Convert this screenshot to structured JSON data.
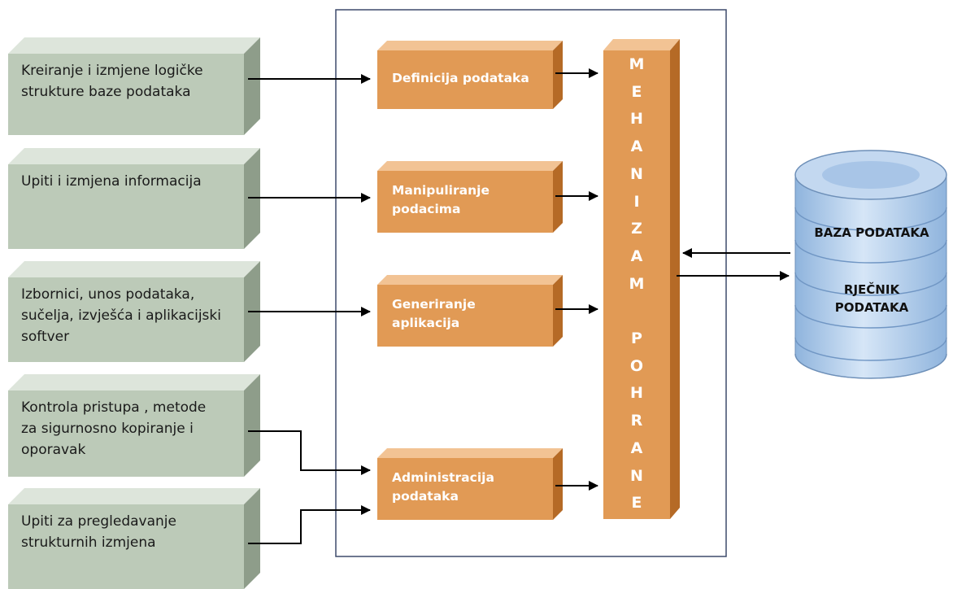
{
  "inputs": [
    {
      "lines": [
        "Kreiranje i izmjene logičke",
        "strukture baze podataka"
      ]
    },
    {
      "lines": [
        "Upiti i izmjena informacija"
      ]
    },
    {
      "lines": [
        "Izbornici, unos podataka,",
        "sučelja, izvješća i aplikacijski",
        "softver"
      ]
    },
    {
      "lines": [
        "Kontrola pristupa , metode",
        "za sigurnosno kopiranje i",
        "oporavak"
      ]
    },
    {
      "lines": [
        "Upiti za pregledavanje",
        "strukturnih izmjena"
      ]
    }
  ],
  "functions": [
    {
      "lines": [
        "Definicija podataka"
      ]
    },
    {
      "lines": [
        "Manipuliranje",
        "podacima"
      ]
    },
    {
      "lines": [
        "Generiranje",
        "aplikacija"
      ]
    },
    {
      "lines": [
        "Administracija",
        "podataka"
      ]
    }
  ],
  "mechanism": {
    "letters": [
      "M",
      "E",
      "H",
      "A",
      "N",
      "I",
      "Z",
      "A",
      "M",
      "",
      "P",
      "O",
      "H",
      "R",
      "A",
      "N",
      "E"
    ]
  },
  "database": {
    "label1": "BAZA PODATAKA",
    "label2_lines": [
      "RJEČNIK",
      "PODATAKA"
    ]
  },
  "colors": {
    "input_face": "#bccab8",
    "input_side": "#8e9d8a",
    "input_top": "#dde5db",
    "func_face": "#e19a55",
    "func_side": "#b56a26",
    "func_top": "#f2c394",
    "frame": "#3d4a6b",
    "db_fill": "#b9d1ec",
    "arrow": "#000000"
  }
}
